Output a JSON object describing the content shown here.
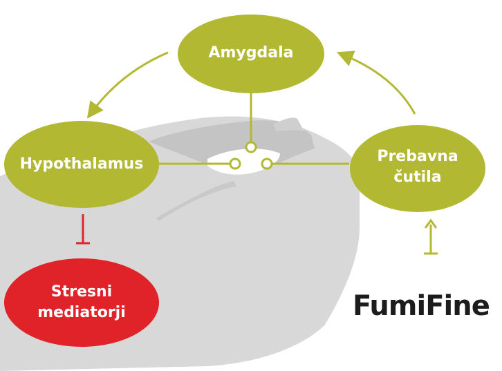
{
  "colors": {
    "node_green": "#b3b832",
    "line_green": "#b3b832",
    "stress_red": "#e02329",
    "bird_gray": "#bdbdbd",
    "text_white": "#ffffff",
    "brand_black": "#1c1c1c"
  },
  "nodes": {
    "amygdala": "Amygdala",
    "hypothalamus": "Hypothalamus",
    "prebavna_line1": "Prebavna",
    "prebavna_line2": "čutila",
    "stresni_line1": "Stresni",
    "stresni_line2": "mediatorji"
  },
  "brand": "FumiFine",
  "icons": {
    "bird": "pigeon-head-silhouette"
  }
}
